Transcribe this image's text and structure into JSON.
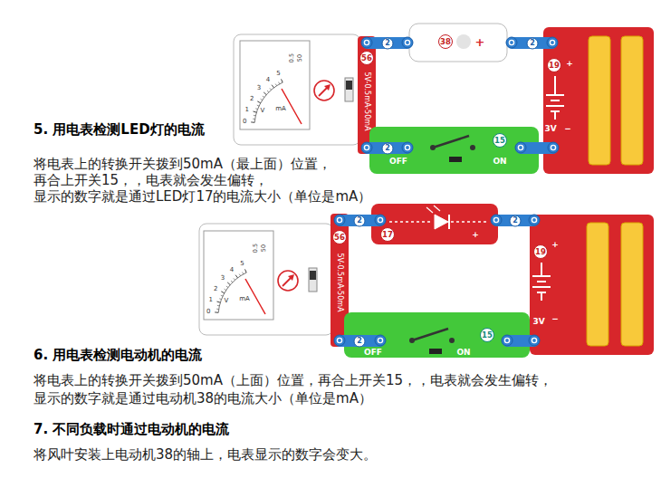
{
  "diagram": {
    "nodes": [
      {
        "text": [
          "56",
          "5V-0.5mA-50mA"
        ]
      },
      {
        "text": [
          "2"
        ]
      },
      {
        "text": [
          "38",
          "+"
        ]
      },
      {
        "text": [
          "2"
        ]
      },
      {
        "text": [
          "19",
          "+",
          "3V",
          "−"
        ]
      },
      {
        "text": [
          "2"
        ]
      },
      {
        "text": [
          "OFF",
          "15",
          "ON"
        ]
      },
      {
        "text": [
          "56",
          "5V-0.5mA-50mA"
        ]
      },
      {
        "text": [
          "2"
        ]
      },
      {
        "text": [
          "17",
          "+"
        ]
      },
      {
        "text": [
          "2"
        ]
      },
      {
        "text": [
          "19",
          "+",
          "3V",
          "−"
        ]
      },
      {
        "text": [
          "2"
        ]
      },
      {
        "text": [
          "OFF",
          "15",
          "ON"
        ]
      }
    ],
    "labels": [
      "0",
      "1",
      "2",
      "3",
      "4",
      "5",
      "V",
      "mA",
      "0.5",
      "50",
      "5. 用电表检测LED灯的电流",
      "将电表上的转换开关拨到50mA（最上面）位置，",
      "再合上开关15，，电表就会发生偏转，",
      "显示的数字就是通过LED灯17的电流大小（单位是mA）",
      "0",
      "1",
      "2",
      "3",
      "4",
      "5",
      "V",
      "mA",
      "0.5",
      "50",
      "6. 用电表检测电动机的电流",
      "将电表上的转换开关拨到50mA（上面）位置，再合上开关15，，电表就会发生偏转，",
      "显示的数字就是通过电动机38的电流大小（单位是mA）",
      "7. 不同负载时通过电动机的电流",
      "将风叶安装上电动机38的轴上，电表显示的数字会变大。"
    ]
  }
}
